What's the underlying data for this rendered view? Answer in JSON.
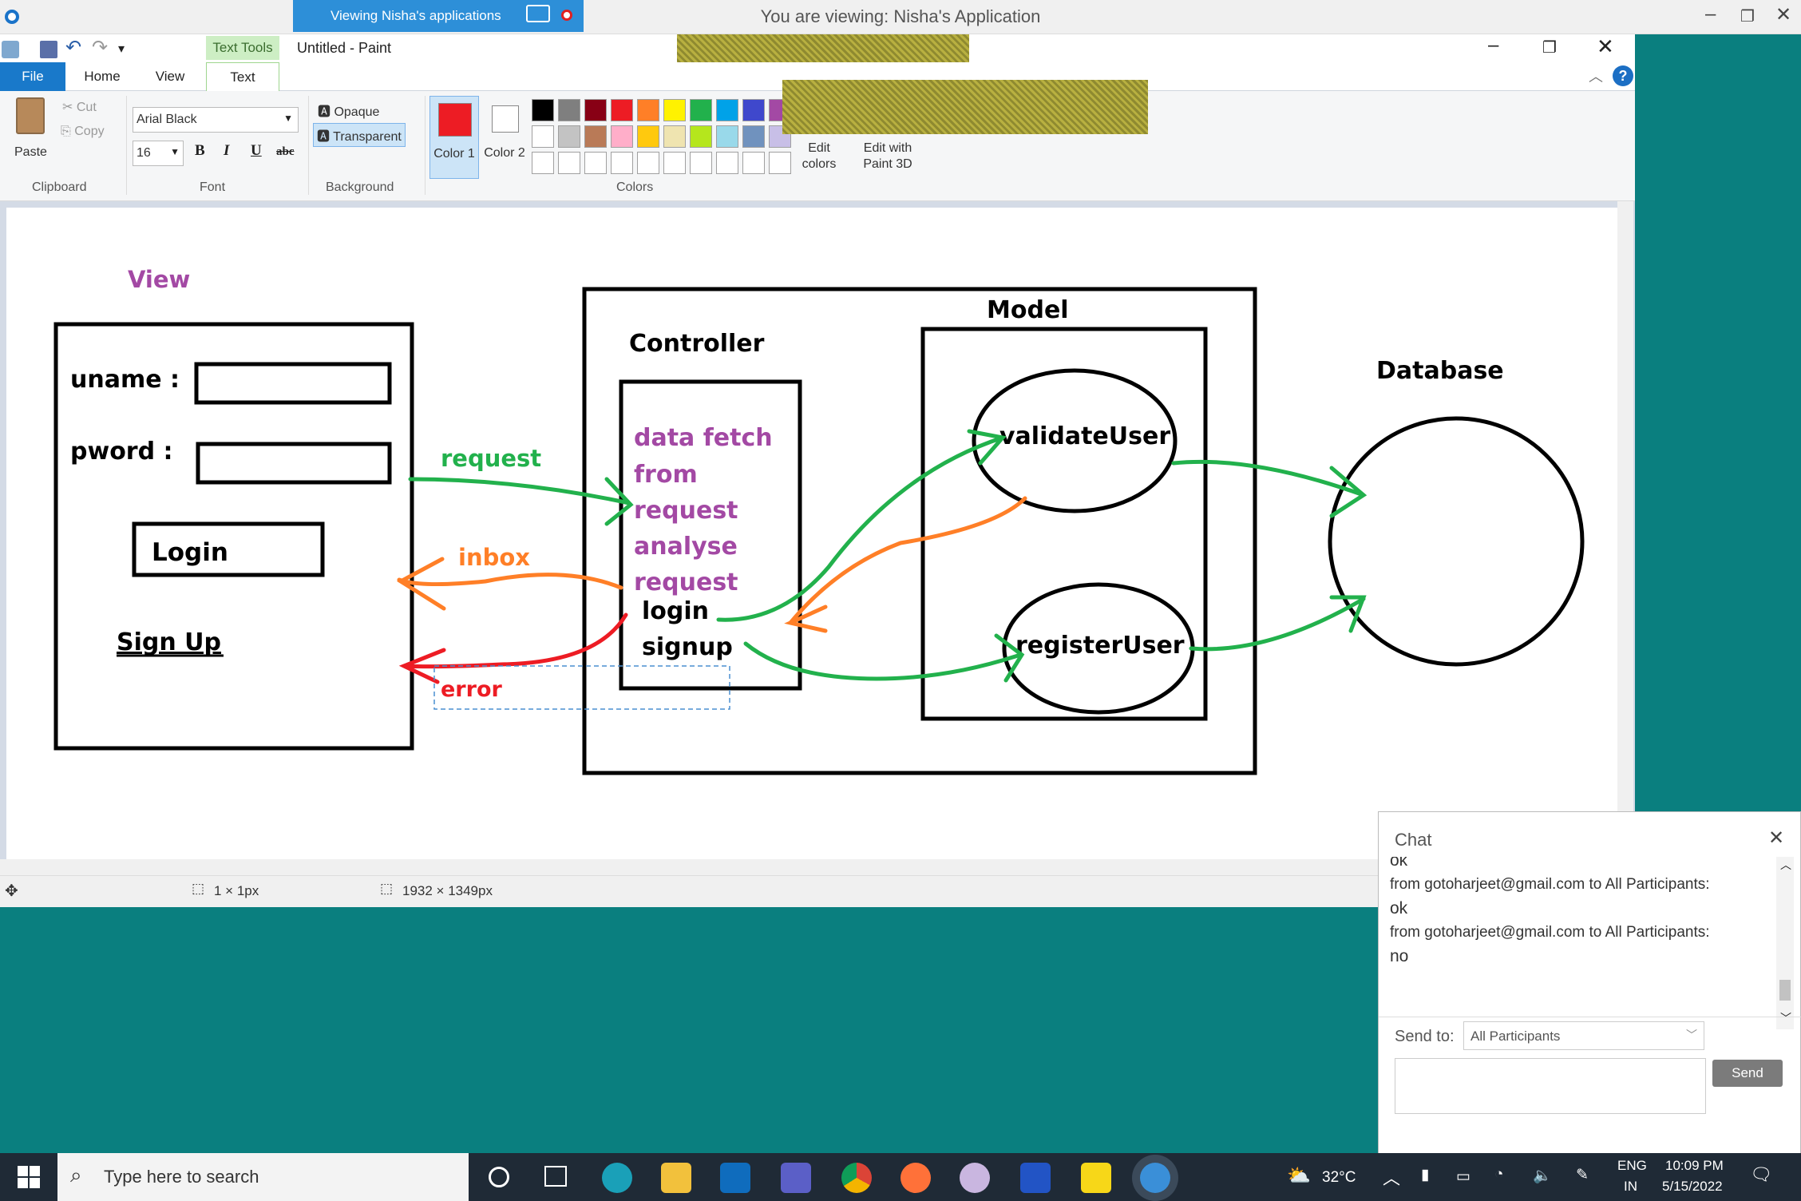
{
  "viewer": {
    "pill_label": "Viewing Nisha's applications",
    "title": "You are viewing: Nisha's Application"
  },
  "paint": {
    "contextual_tab": "Text Tools",
    "window_title": "Untitled - Paint",
    "tabs": [
      "File",
      "Home",
      "View",
      "Text"
    ],
    "clipboard": {
      "paste": "Paste",
      "cut": "Cut",
      "copy": "Copy",
      "group": "Clipboard"
    },
    "font": {
      "family": "Arial Black",
      "size": "16",
      "bold": "B",
      "italic": "I",
      "underline": "U",
      "strike": "abc",
      "group": "Font"
    },
    "background": {
      "opaque": "Opaque",
      "transparent": "Transparent",
      "group": "Background"
    },
    "colors": {
      "color1": "Color 1",
      "color2": "Color 2",
      "color1_value": "#ed1c24",
      "color2_value": "#ffffff",
      "edit_colors": "Edit colors",
      "edit_paint3d": "Edit with Paint 3D",
      "group": "Colors",
      "row1": [
        "#000000",
        "#7f7f7f",
        "#880015",
        "#ed1c24",
        "#ff7f27",
        "#fff200",
        "#22b14c",
        "#00a2e8",
        "#3f48cc",
        "#a349a4"
      ],
      "row2": [
        "#ffffff",
        "#c3c3c3",
        "#b97a57",
        "#ffaec9",
        "#ffc90e",
        "#efe4b0",
        "#b5e61d",
        "#99d9ea",
        "#7092be",
        "#c8bfe7"
      ]
    },
    "status": {
      "selection": "1 × 1px",
      "size": "1932 × 1349px"
    }
  },
  "diagram": {
    "view_title": "View",
    "uname": "uname :",
    "pword": "pword :",
    "login_button": "Login",
    "signup_link": "Sign Up",
    "request": "request",
    "inbox": "inbox",
    "error": "error",
    "controller_title": "Controller",
    "controller_lines": [
      "data fetch",
      "from",
      "request",
      "analyse",
      "request"
    ],
    "login": "login",
    "signup": "signup",
    "model_title": "Model",
    "validate": "validateUser",
    "register": "registerUser",
    "database": "Database"
  },
  "chat": {
    "title": "Chat",
    "messages": [
      {
        "from": "",
        "text": "ok"
      },
      {
        "from": "from gotoharjeet@gmail.com to All Participants:",
        "text": "ok"
      },
      {
        "from": "from gotoharjeet@gmail.com to All Participants:",
        "text": "no"
      }
    ],
    "send_to_label": "Send to:",
    "send_to_value": "All Participants",
    "send_button": "Send"
  },
  "taskbar": {
    "search_placeholder": "Type here to search",
    "weather": "32°C",
    "lang1": "ENG",
    "lang2": "IN",
    "time": "10:09 PM",
    "date": "5/15/2022"
  }
}
